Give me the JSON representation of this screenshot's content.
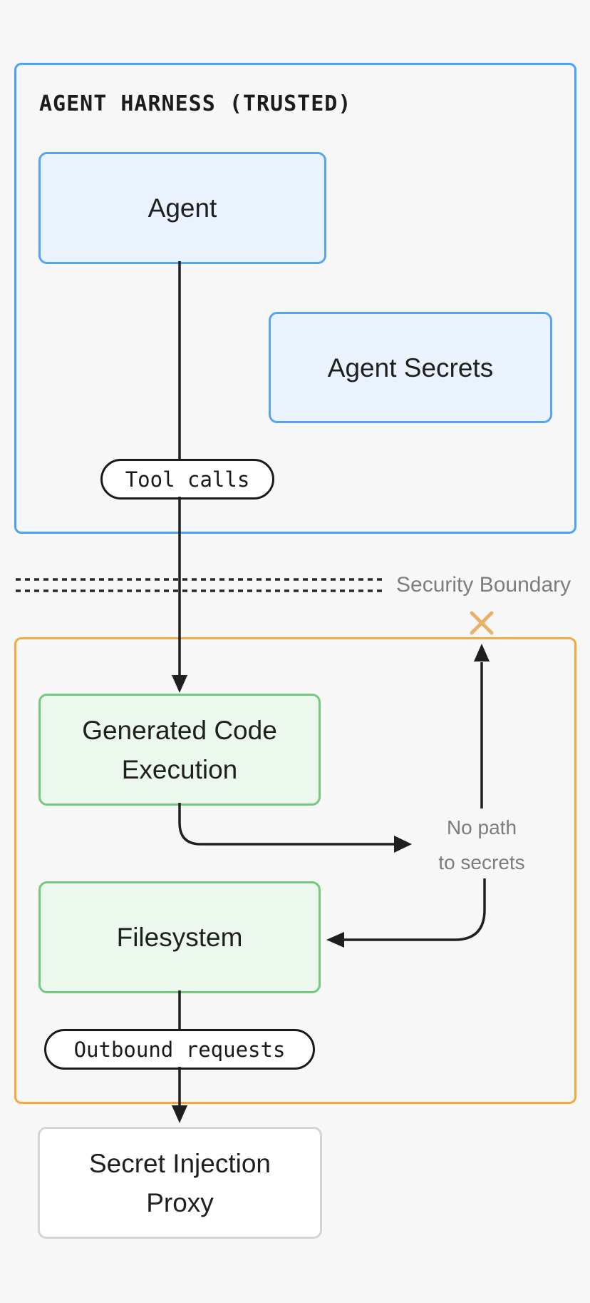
{
  "diagram": {
    "background": "#f7f7f8",
    "trusted_zone": {
      "title": "AGENT HARNESS (TRUSTED)",
      "border_color": "#4da3f3",
      "node_fill": "#e9f2fd",
      "node_border": "#57a5f1",
      "agent_label": "Agent",
      "agent_secrets_label": "Agent Secrets",
      "tool_calls_label": "Tool calls"
    },
    "boundary": {
      "label": "Security Boundary",
      "label_color": "#7d7d7d",
      "line_color": "#2a2a2a"
    },
    "sandbox_zone": {
      "border_color": "#f2a93e",
      "node_fill": "#ecf7ee",
      "node_border": "#72ca7e",
      "generated_code_lines": [
        "Generated Code",
        "Execution"
      ],
      "filesystem_label": "Filesystem",
      "outbound_requests_label": "Outbound requests",
      "no_path_lines": [
        "No path",
        "to secrets"
      ],
      "blocked_x_color": "#e9b269"
    },
    "proxy": {
      "lines": [
        "Secret Injection",
        "Proxy"
      ],
      "border_color": "#d5d5d5",
      "fill": "#ffffff"
    },
    "connector_color": "#1f1f1f"
  }
}
